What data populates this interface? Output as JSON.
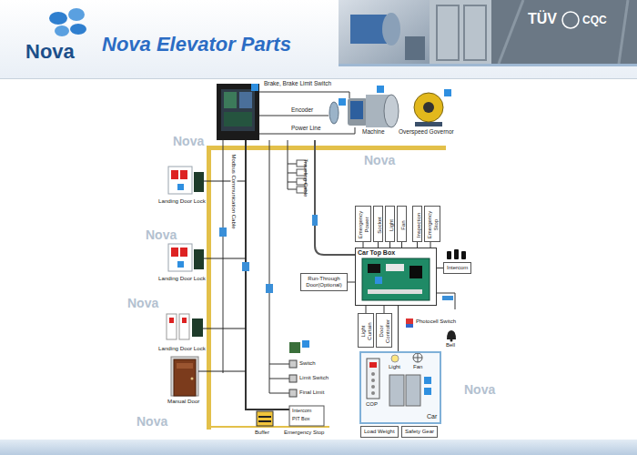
{
  "diagram": {
    "title": "Nova Elevator Parts",
    "nodes": [
      {
        "text": [
          "Emergency Power"
        ]
      },
      {
        "text": [
          "Socket"
        ]
      },
      {
        "text": [
          "Light"
        ]
      },
      {
        "text": [
          "Fan"
        ]
      },
      {
        "text": [
          "Inspection"
        ]
      },
      {
        "text": [
          "Emergency Stop"
        ]
      },
      {
        "text": [
          "Car Top Box"
        ]
      },
      {
        "text": [
          "Intercom"
        ]
      },
      {
        "text": [
          "Run-Through Door(Optional)"
        ]
      },
      {
        "text": [
          "Light Curtain"
        ]
      },
      {
        "text": [
          "Door Controller"
        ]
      },
      {
        "text": [
          "Car"
        ]
      },
      {
        "text": [
          "Load Weight"
        ]
      },
      {
        "text": [
          "Safety Gear"
        ]
      }
    ],
    "edges": [
      {
        "from": 0,
        "to": 6,
        "arrow": "none"
      },
      {
        "from": 1,
        "to": 6,
        "arrow": "none"
      },
      {
        "from": 2,
        "to": 6,
        "arrow": "none"
      },
      {
        "from": 3,
        "to": 6,
        "arrow": "none"
      },
      {
        "from": 4,
        "to": 6,
        "arrow": "none"
      },
      {
        "from": 5,
        "to": 6,
        "arrow": "none"
      },
      {
        "from": 6,
        "to": 7,
        "arrow": "none"
      },
      {
        "from": 8,
        "to": 6,
        "arrow": "none"
      },
      {
        "from": 9,
        "to": 6,
        "arrow": "none"
      },
      {
        "from": 10,
        "to": 6,
        "arrow": "none"
      },
      {
        "from": 6,
        "to": 11,
        "arrow": "none"
      }
    ],
    "labels": [
      "Nova",
      "TÜV",
      "CQC",
      "Brake, Brake Limit Switch",
      "Encoder",
      "Power Line",
      "Machine",
      "Overspeed Governor",
      "Modbus Communication Cable",
      "Traveling Cable",
      "Landing Door Lock",
      "Landing Door Lock",
      "Landing Door Lock",
      "Manual Door",
      "Light",
      "Fan",
      "COP",
      "Photocell Switch",
      "Bell",
      "Switch",
      "Limit Switch",
      "Final Limit",
      "Buffer",
      "Emergency Stop",
      "Intercom",
      "PIT Box",
      "Nova",
      "Nova",
      "Nova",
      "Nova",
      "Nova",
      "Nova"
    ]
  }
}
